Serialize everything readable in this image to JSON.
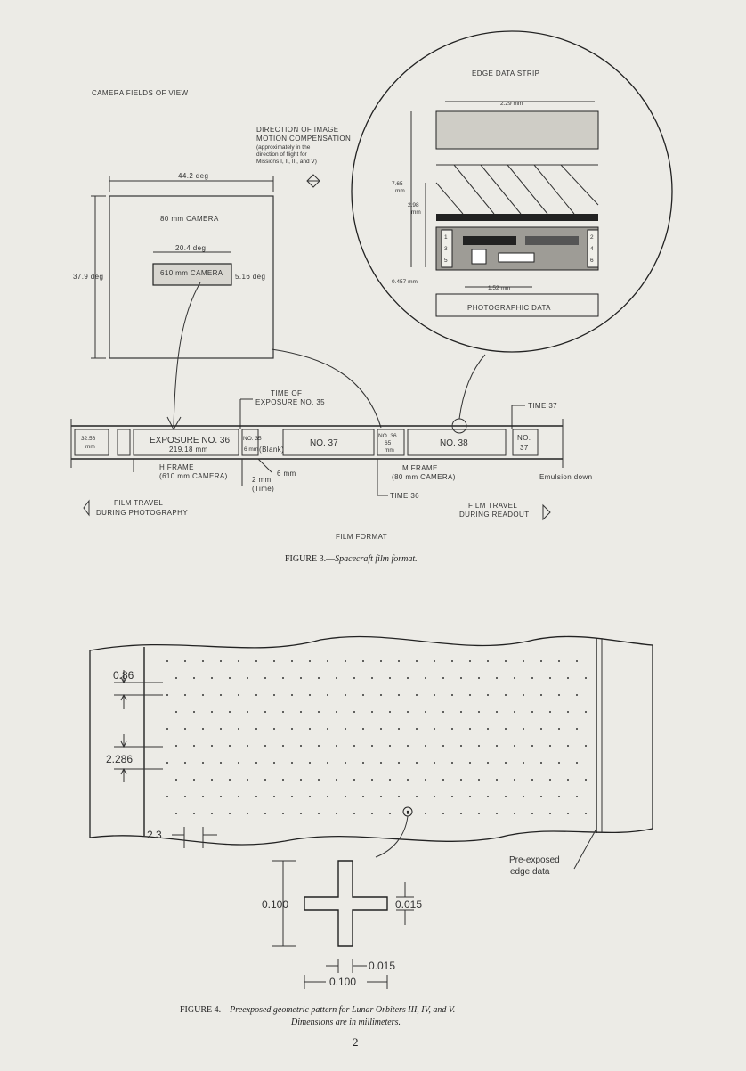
{
  "figure3": {
    "camera_fields_title": "CAMERA FIELDS OF VIEW",
    "imc_direction": [
      "DIRECTION OF IMAGE",
      "MOTION COMPENSATION",
      "(approximately in the",
      "direction of flight for",
      "Missions I, II, III, and V)"
    ],
    "fov_width": "44.2 deg",
    "fov_height": "37.9 deg",
    "camera_80": "80 mm CAMERA",
    "camera_610": "610 mm CAMERA",
    "hires_width": "20.4 deg",
    "hires_height": "5.16 deg",
    "edge_strip": {
      "title": "EDGE DATA STRIP",
      "width_229": "2.29 mm",
      "dim_765": [
        "7.65",
        "mm"
      ],
      "dim_298": [
        "2.98",
        "mm"
      ],
      "dim_0457": "0.457 mm",
      "dim_152": "1.52 mm",
      "photographic_data": "PHOTOGRAPHIC DATA",
      "digits": [
        "1",
        "3",
        "5",
        "2",
        "4",
        "6"
      ]
    },
    "film": {
      "time_of_exposure": [
        "TIME OF",
        "EXPOSURE NO. 35"
      ],
      "time_37": "TIME 37",
      "frame_left_small": [
        "32.56",
        "mm"
      ],
      "exposure_36": [
        "EXPOSURE NO. 36",
        "219.18 mm"
      ],
      "no35": [
        "NO. 35",
        "6 mm"
      ],
      "blank": "(Blank)",
      "no37": "NO. 37",
      "no36_small": [
        "NO. 36",
        "65",
        "mm"
      ],
      "no38": "NO. 38",
      "no37_small": [
        "NO.",
        "37"
      ],
      "h_frame": [
        "H FRAME",
        "(610 mm CAMERA)"
      ],
      "six_mm": "6 mm",
      "two_mm": [
        "2 mm",
        "(Time)"
      ],
      "m_frame": [
        "M FRAME",
        "(80 mm CAMERA)"
      ],
      "time_36": "TIME 36",
      "emulsion": "Emulsion down",
      "travel_photo": [
        "FILM TRAVEL",
        "DURING PHOTOGRAPHY"
      ],
      "travel_readout": [
        "FILM TRAVEL",
        "DURING READOUT"
      ]
    },
    "film_format": "FILM FORMAT",
    "caption_label": "FIGURE 3.—",
    "caption_text": "Spacecraft film format."
  },
  "figure4": {
    "dim_086": "0.86",
    "dim_2286": "2.286",
    "dim_23": "2.3",
    "pre_exposed": [
      "Pre-exposed",
      "edge data"
    ],
    "cross_height": "0.100",
    "cross_arm": "0.015",
    "cross_bottom_arm": "0.015",
    "cross_width": "0.100",
    "caption_label": "FIGURE 4.—",
    "caption_line1": "Preexposed geometric pattern for Lunar Orbiters III, IV, and V.",
    "caption_line2": "Dimensions are in millimeters."
  },
  "page_number": "2"
}
